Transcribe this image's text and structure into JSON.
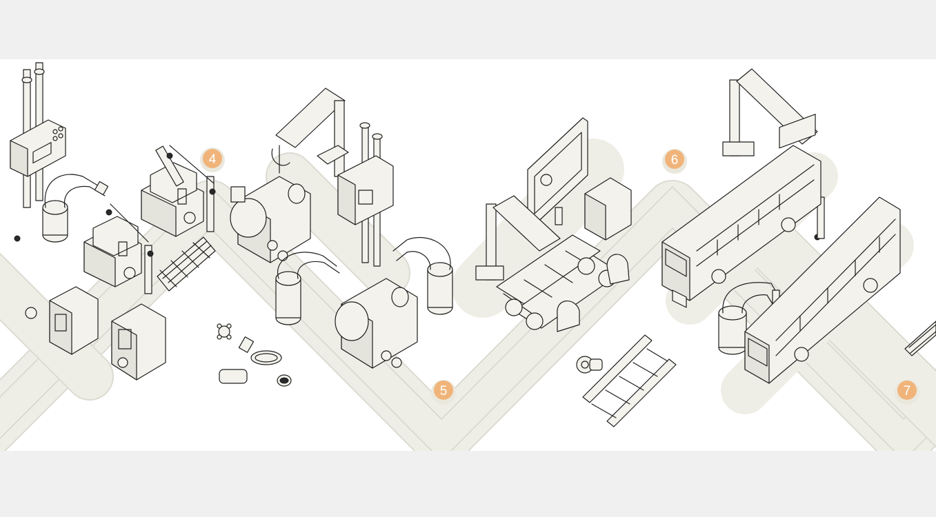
{
  "colors": {
    "page_background": "#eff0ef",
    "scene_background": "#ffffff",
    "belt": "#efeee6",
    "machine_fill": "#f3f2ec",
    "outline": "#1d1d1d",
    "badge": "#f0b47a"
  },
  "steps": [
    {
      "label": "4",
      "stage": "chassis-and-cab-assembly"
    },
    {
      "label": "5",
      "stage": "engine-assembly"
    },
    {
      "label": "6",
      "stage": "frame-assembly"
    },
    {
      "label": "7",
      "stage": "bus-body-assembly"
    }
  ],
  "icons": [
    "robot-arm-icon",
    "gantry-crane-icon",
    "control-panel-icon",
    "truck-cab-icon",
    "engine-icon",
    "truck-chassis-icon",
    "bus-icon",
    "parts-icon",
    "ladder-frame-icon",
    "keyboard-icon",
    "monitor-icon"
  ]
}
